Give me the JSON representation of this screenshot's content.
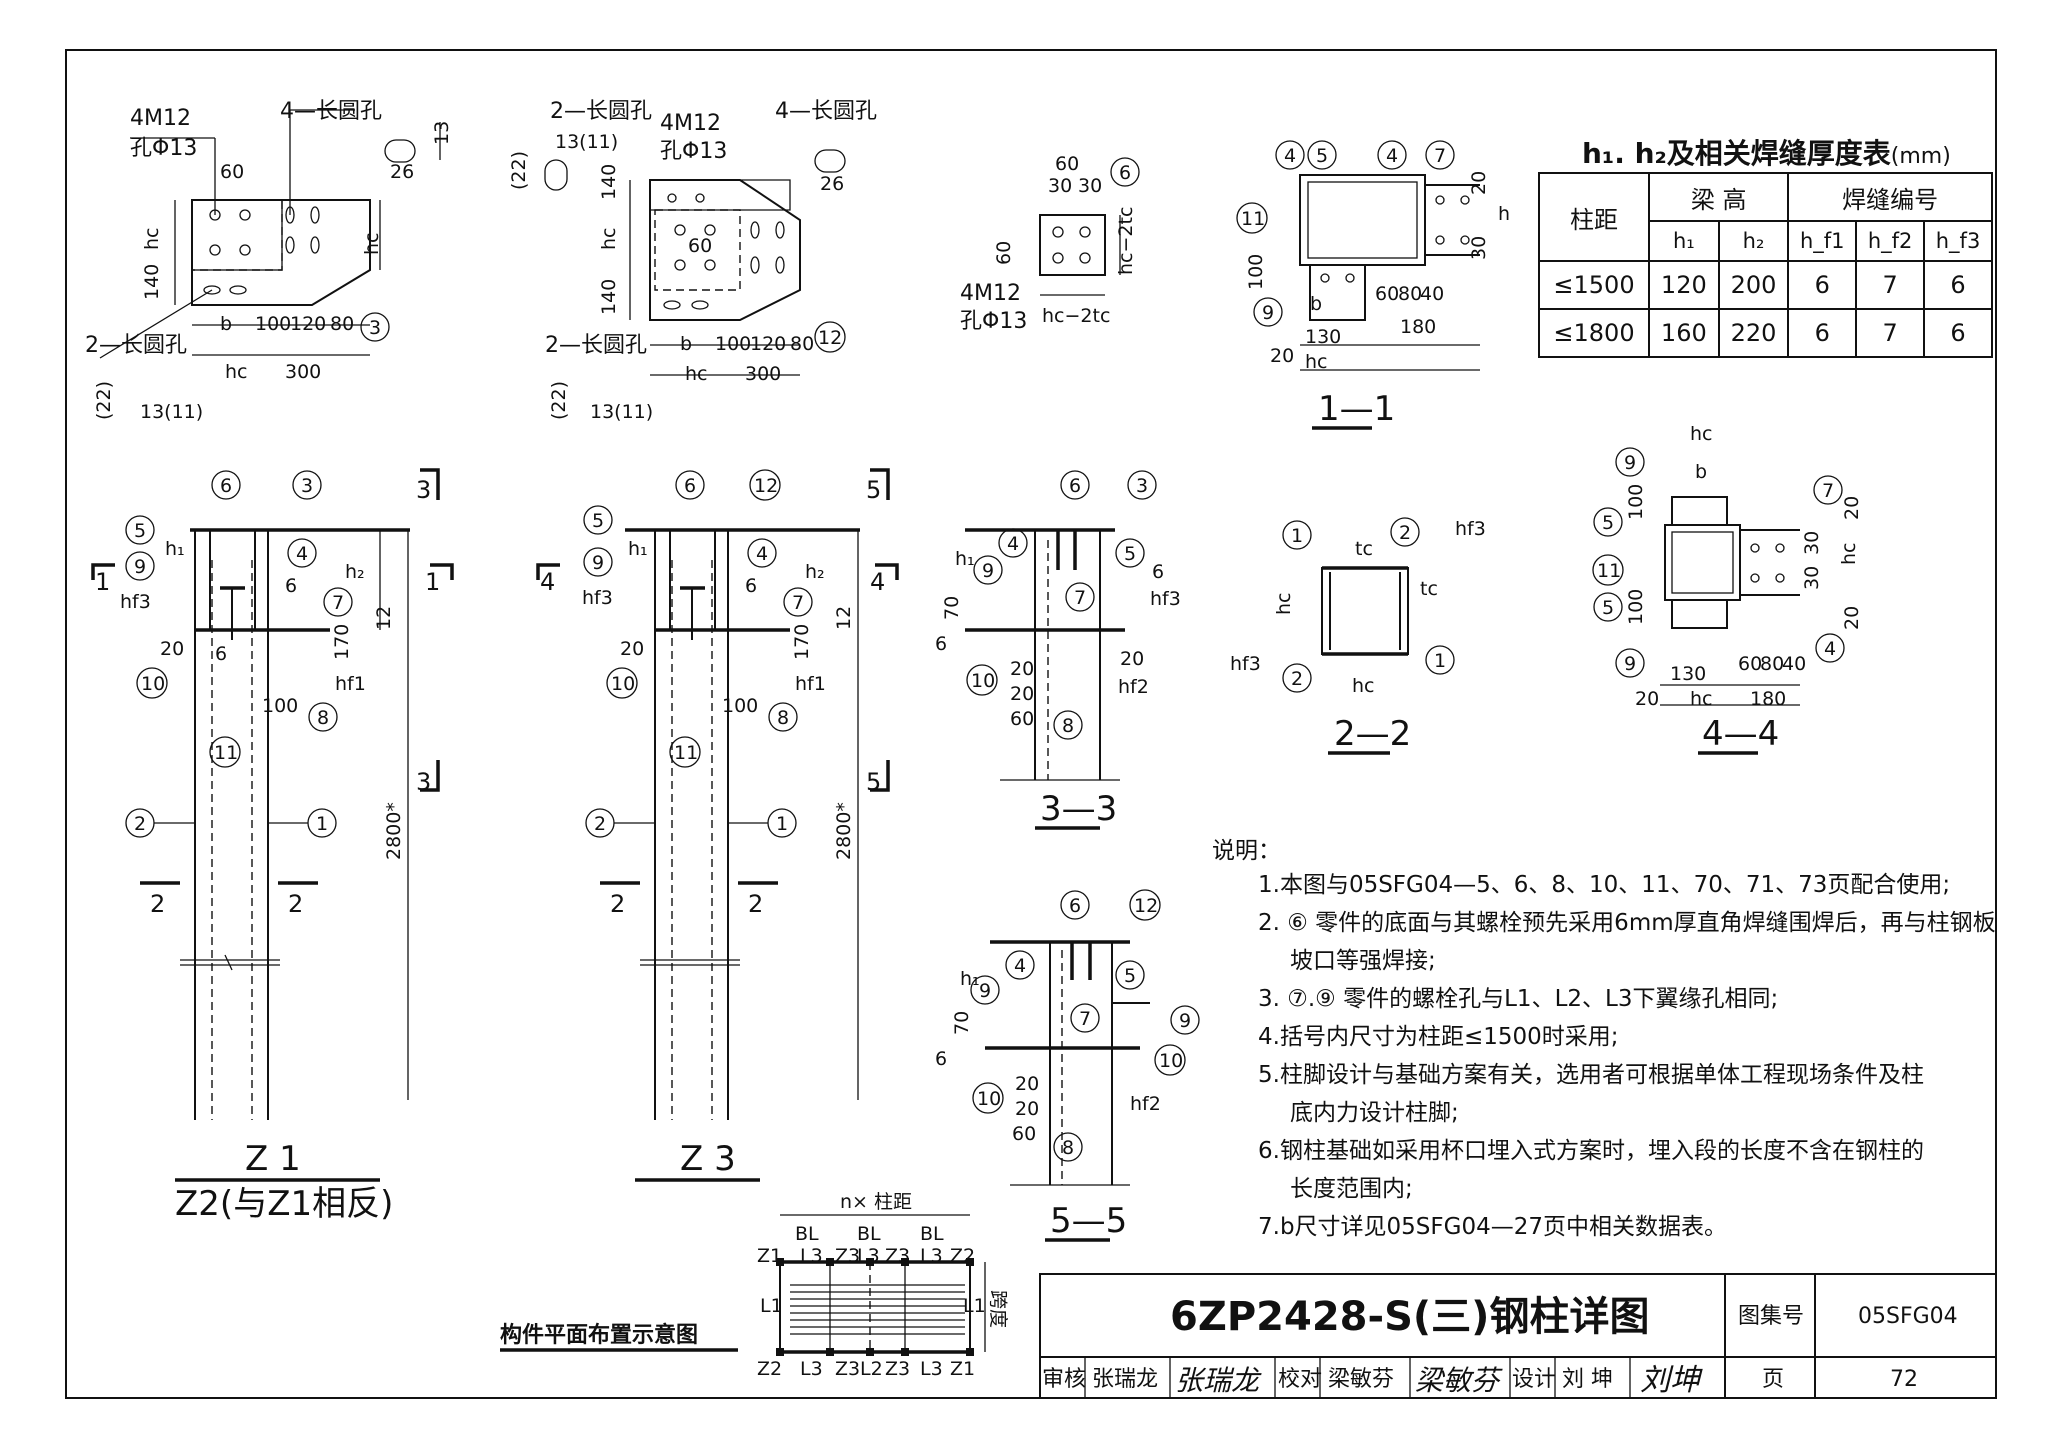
{
  "table": {
    "title": "h₁. h₂及相关焊缝厚度表",
    "unit": "(mm)",
    "col_spacing": "柱距",
    "col_beam_height": "梁 高",
    "col_weld_no": "焊缝编号",
    "sub_headers": [
      "h₁",
      "h₂",
      "h_f1",
      "h_f2",
      "h_f3"
    ],
    "rows": [
      [
        "≤1500",
        "120",
        "200",
        "6",
        "7",
        "6"
      ],
      [
        "≤1800",
        "160",
        "220",
        "6",
        "7",
        "6"
      ]
    ]
  },
  "notes": {
    "heading": "说明：",
    "items": [
      "1.本图与05SFG04—5、6、8、10、11、70、71、73页配合使用;",
      "2. ⑥ 零件的底面与其螺栓预先采用6mm厚直角焊缝围焊后，再与柱钢板",
      "坡口等强焊接;",
      "3. ⑦.⑨ 零件的螺栓孔与L1、L2、L3下翼缘孔相同;",
      "4.括号内尺寸为柱距≤1500时采用;",
      "5.柱脚设计与基础方案有关，选用者可根据单体工程现场条件及柱",
      "底内力设计柱脚;",
      "6.钢柱基础如采用杯口埋入式方案时，埋入段的长度不含在钢柱的",
      "长度范围内;",
      "7.b尺寸详见05SFG04—27页中相关数据表。"
    ]
  },
  "title_block": {
    "drawing_title": "6ZP2428-S(三)钢柱详图",
    "atlas_label": "图集号",
    "atlas_no": "05SFG04",
    "page_label": "页",
    "page_no": "72",
    "review_label": "审核",
    "reviewer": "张瑞龙",
    "check_label": "校对",
    "checker": "梁敏芬",
    "design_label": "设计",
    "designer": "刘 坤",
    "sig_reviewer": "张瑞龙",
    "sig_checker": "梁敏芬",
    "sig_designer": "刘坤"
  },
  "layout_plan": {
    "title": "构件平面布置示意图",
    "span_label": "n× 柱距",
    "bl": "BL",
    "l3": "L3",
    "l1": "L1",
    "l2": "L2",
    "width_label": "跨度",
    "z1": "Z1",
    "z2": "Z2",
    "z3": "Z3"
  },
  "labels": {
    "col_z1": "Z 1",
    "col_z2": "Z2(与Z1相反)",
    "col_z3": "Z 3",
    "sec_11": "1—1",
    "sec_22": "2—2",
    "sec_33": "3—3",
    "sec_44": "4—4",
    "sec_55": "5—5",
    "bolt_4m12": "4M12",
    "bolt_hole": "孔Φ13",
    "slot_4": "4—长圆孔",
    "slot_2": "2—长圆孔",
    "len_2800": "2800*",
    "dim_hc": "hc",
    "dim_b": "b",
    "dim_300": "300",
    "dim_180": "180",
    "dim_130": "130",
    "dim_100": "100",
    "dim_120": "120",
    "dim_80": "80",
    "dim_60": "60",
    "dim_30": "30",
    "dim_26": "26",
    "dim_13": "13",
    "dim_22": "(22)",
    "dim_11": "13(11)",
    "dim_140": "140",
    "dim_20": "20",
    "dim_40": "40",
    "dim_70": "70",
    "dim_170": "170",
    "dim_12": "12",
    "dim_hc2tc": "hc−2tc",
    "dim_h1": "h₁",
    "dim_h2": "h₂",
    "dim_h": "h",
    "dim_tc": "tc",
    "dim_6": "6",
    "weld_hf1": "hf1",
    "weld_hf2": "hf2",
    "weld_hf3": "hf3"
  }
}
